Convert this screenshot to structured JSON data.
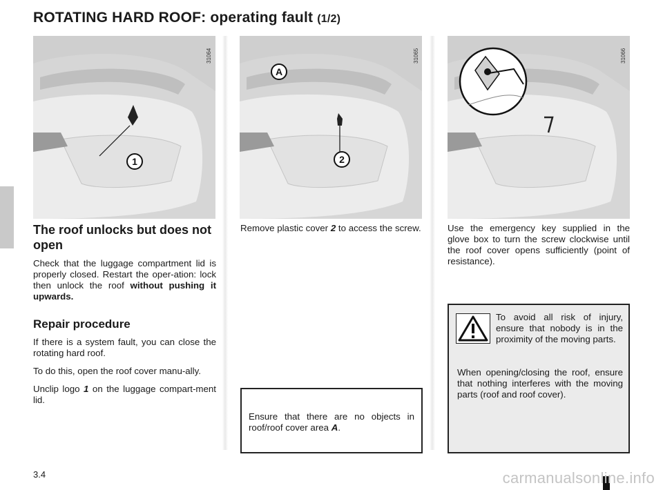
{
  "title": {
    "main": "ROTATING HARD ROOF: operating fault",
    "part": "(1/2)"
  },
  "figures": [
    {
      "code": "31064",
      "callout": "1"
    },
    {
      "code": "31065",
      "callout": "2",
      "area_label": "A"
    },
    {
      "code": "31066"
    }
  ],
  "left_column": {
    "heading": "The roof unlocks but does not open",
    "para1_text": "Check that the luggage compartment lid is properly closed. Restart the oper-ation: lock then unlock the roof ",
    "para1_bold": "without pushing it upwards.",
    "section_heading": "Repair procedure",
    "para2": "If there is a system fault, you can close the rotating hard roof.",
    "para3": "To do this, open the roof cover manu-ally.",
    "para4_before": "Unclip logo ",
    "para4_ref": "1",
    "para4_after": " on the luggage compart-ment lid."
  },
  "middle_column": {
    "text_before": "Remove plastic cover ",
    "ref": "2",
    "text_after": " to access the screw.",
    "note_before": "Ensure that there are no objects in roof/roof cover area ",
    "note_ref": "A",
    "note_after": "."
  },
  "right_column": {
    "text": "Use the emergency key supplied in the glove box to turn the screw clockwise until the roof cover opens sufficiently (point of resistance).",
    "warning1": "To avoid all risk of injury, ensure that nobody is in the proximity of the moving parts.",
    "warning2": "When opening/closing the roof, ensure that nothing interferes with the moving parts (roof and roof cover)."
  },
  "footer": {
    "page_number": "3.4",
    "watermark": "carmanualsonline.info"
  },
  "colors": {
    "photo_bg": "#d8d8d8",
    "warning_bg": "#ebebeb",
    "tab": "#c9c9c9"
  },
  "icons": [
    "warning-triangle-icon"
  ]
}
